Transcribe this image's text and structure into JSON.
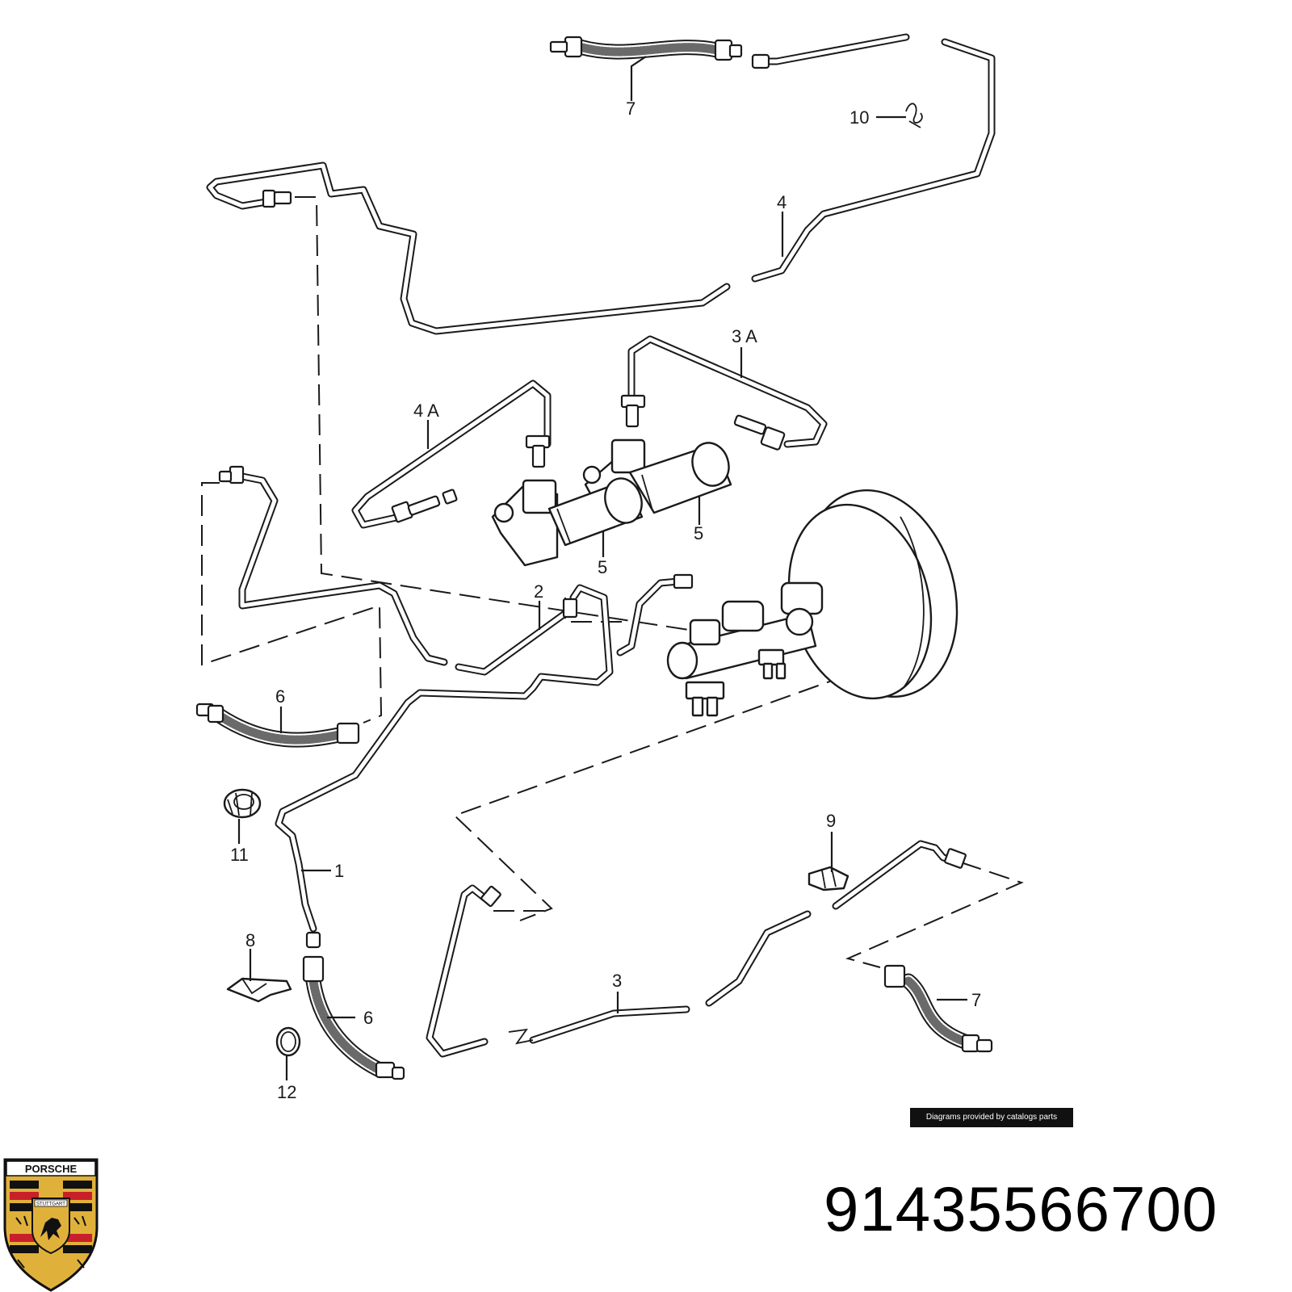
{
  "diagram": {
    "callouts": [
      "1",
      "2",
      "3",
      "3 A",
      "4",
      "4 A",
      "5",
      "5",
      "6",
      "6",
      "7",
      "7",
      "8",
      "9",
      "10",
      "11",
      "12"
    ]
  },
  "credit": {
    "text": "Diagrams provided by catalogs parts"
  },
  "part_number": "91435566700",
  "logo": {
    "brand_text": "PORSCHE",
    "city_text": "STUTTGART"
  },
  "colors": {
    "line": "#1a1a1a",
    "logo_gold": "#e0b13a",
    "logo_red": "#c8202a",
    "logo_black": "#111111"
  }
}
